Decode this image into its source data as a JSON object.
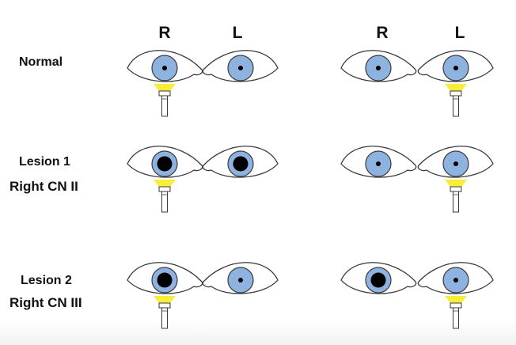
{
  "headers": {
    "left_group": {
      "right": "R",
      "left": "L"
    },
    "right_group": {
      "right": "R",
      "left": "L"
    }
  },
  "rows": [
    {
      "label": "Normal",
      "sublabel": "",
      "left_pair": {
        "light": "right",
        "right_pupil": "small",
        "left_pupil": "small"
      },
      "right_pair": {
        "light": "left",
        "right_pupil": "small",
        "left_pupil": "small"
      }
    },
    {
      "label": "Lesion 1",
      "sublabel": "Right CN II",
      "left_pair": {
        "light": "right",
        "right_pupil": "large",
        "left_pupil": "large"
      },
      "right_pair": {
        "light": "left",
        "right_pupil": "small",
        "left_pupil": "small"
      }
    },
    {
      "label": "Lesion 2",
      "sublabel": "Right CN III",
      "left_pair": {
        "light": "right",
        "right_pupil": "large",
        "left_pupil": "small"
      },
      "right_pair": {
        "light": "left",
        "right_pupil": "large",
        "left_pupil": "small"
      }
    }
  ],
  "colors": {
    "iris": "#8fb3e0",
    "outline": "#3a3a3a",
    "pupil": "#000000",
    "light_beam": "#f8ee3a",
    "penlight": "#ffffff"
  }
}
